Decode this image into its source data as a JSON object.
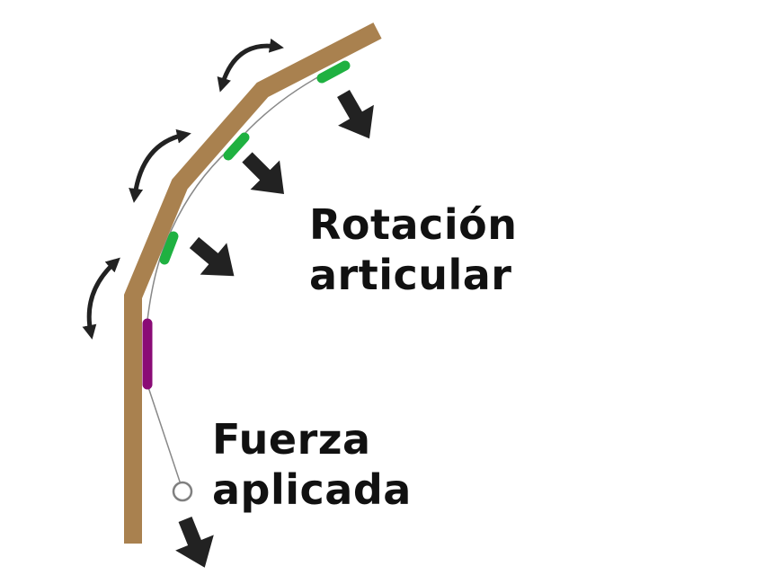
{
  "labels": {
    "rotation": [
      "Rotación",
      "articular"
    ],
    "force": [
      "Fuerza",
      "aplicada"
    ]
  },
  "colors": {
    "finger": "#a9814f",
    "tendon": "#888888",
    "pulley_a": "#1fb141",
    "pulley_b": "#8a0b76",
    "arrow": "#222222",
    "ring": "#808080",
    "text": "#111111"
  },
  "icons": [
    "curved-double-arrow-icon",
    "down-right-arrow-icon",
    "ring-icon"
  ]
}
